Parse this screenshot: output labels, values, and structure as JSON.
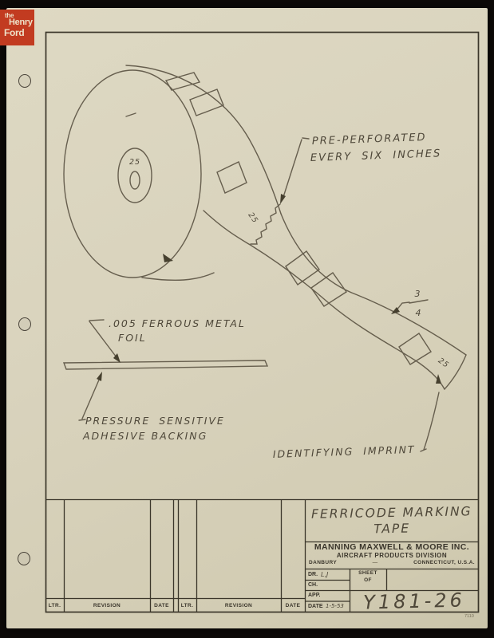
{
  "badge": {
    "the": "the",
    "henry": "Henry",
    "ford": "Ford"
  },
  "drawing": {
    "hub_label": "25",
    "tape_mid_label": "25",
    "tape_end_label": "25",
    "callout_pre_perforated_line1": "PRE-PERFORATED",
    "callout_pre_perforated_line2": "EVERY SIX INCHES",
    "callout_foil_line1": ".005 FERROUS METAL",
    "callout_foil_line2": "FOIL",
    "callout_adhesive_line1": "PRESSURE SENSITIVE",
    "callout_adhesive_line2": "ADHESIVE BACKING",
    "callout_identifying": "IDENTIFYING IMPRINT",
    "width_dim_numerator": "3",
    "width_dim_denominator": "4"
  },
  "title_block": {
    "title_line1": "FERRICODE MARKING",
    "title_line2": "TAPE",
    "company": "MANNING MAXWELL & MOORE INC.",
    "division": "AIRCRAFT PRODUCTS DIVISION",
    "city": "DANBURY",
    "city_separator": "—",
    "region": "CONNECTICUT, U.S.A.",
    "dr_label": "DR.",
    "dr_value": "L.J",
    "ch_label": "CH.",
    "app_label": "APP.",
    "date_label": "DATE",
    "date_value": "1-5-53",
    "sheet_label": "SHEET",
    "of_label": "OF",
    "drawing_number": "Y181-26",
    "form_number": "7110"
  },
  "revision_table": {
    "ltr1": "LTR.",
    "rev1": "REVISION",
    "date1": "DATE",
    "ltr2": "LTR.",
    "rev2": "REVISION",
    "date2": "DATE"
  }
}
